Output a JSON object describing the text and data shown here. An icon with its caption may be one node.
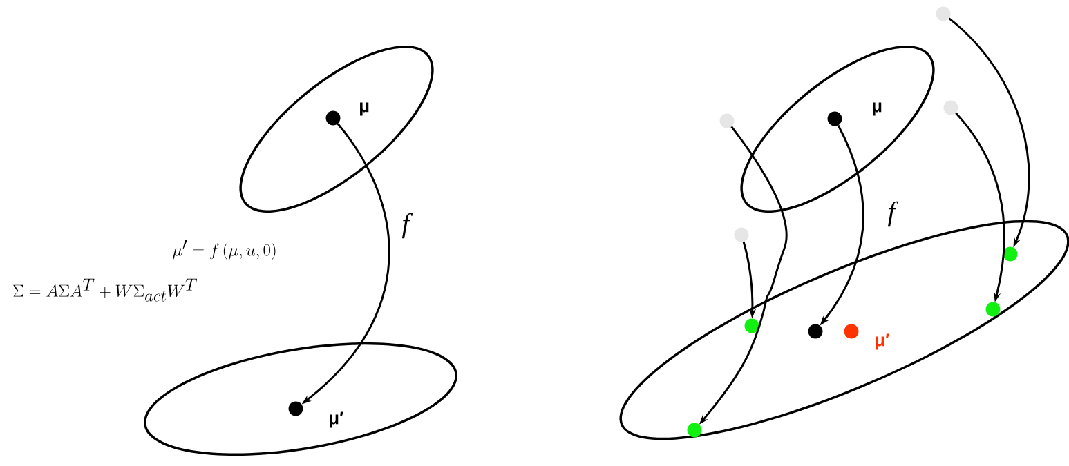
{
  "diagram": {
    "nodes": [
      {
        "text": [],
        "shape": "circle",
        "beside": [
          "μ"
        ]
      },
      {
        "text": [],
        "shape": "circle",
        "beside": [
          "μ′"
        ]
      },
      {
        "text": [],
        "shape": "circle"
      },
      {
        "text": [],
        "shape": "circle"
      },
      {
        "text": [],
        "shape": "circle",
        "beside": [
          "μ"
        ]
      },
      {
        "text": [],
        "shape": "circle"
      },
      {
        "text": [],
        "shape": "circle"
      },
      {
        "text": [],
        "shape": "circle"
      },
      {
        "text": [],
        "shape": "circle"
      },
      {
        "text": [],
        "shape": "circle"
      },
      {
        "text": [],
        "shape": "circle"
      },
      {
        "text": [],
        "shape": "circle",
        "beside": [
          "μ′"
        ]
      },
      {
        "text": [],
        "shape": "circle"
      }
    ],
    "edges": [
      {
        "from": 0,
        "to": 1,
        "arrow": "to",
        "label": "f"
      },
      {
        "from": 2,
        "to": 7,
        "arrow": "to"
      },
      {
        "from": 3,
        "to": 12,
        "arrow": "to"
      },
      {
        "from": 4,
        "to": 10,
        "arrow": "to",
        "label": "f"
      },
      {
        "from": 5,
        "to": 8,
        "arrow": "to"
      },
      {
        "from": 6,
        "to": 9,
        "arrow": "to"
      }
    ],
    "labels": [
      "\\mu' = f\\,(\\mu,u,0)",
      "\\Sigma = A\\Sigma A^T + W\\Sigma_{act} W^T"
    ]
  }
}
